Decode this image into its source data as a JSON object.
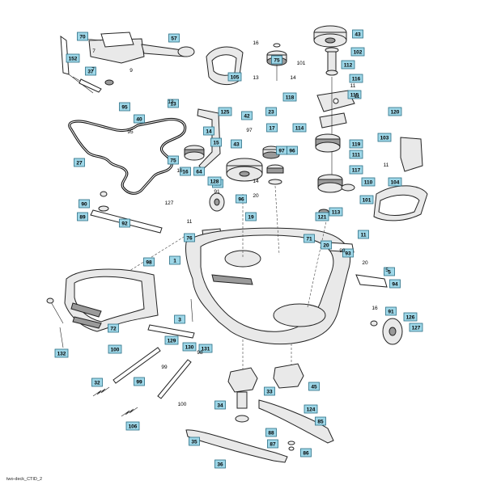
{
  "diagram": {
    "footer": "two-deck_CTID_2",
    "callouts": [
      "70",
      "57",
      "152",
      "37",
      "105",
      "75",
      "43",
      "102",
      "112",
      "116",
      "115",
      "118",
      "120",
      "114",
      "119",
      "111",
      "110",
      "113",
      "103",
      "104",
      "117",
      "101",
      "121",
      "93",
      "71",
      "95",
      "40",
      "13",
      "125",
      "42",
      "17",
      "97",
      "96",
      "27",
      "75",
      "64",
      "43",
      "15",
      "16",
      "90",
      "89",
      "92",
      "76",
      "19",
      "96",
      "98",
      "72",
      "132",
      "3",
      "129",
      "130",
      "131",
      "100",
      "99",
      "32",
      "106",
      "33",
      "34",
      "45",
      "124",
      "85",
      "35",
      "36",
      "88",
      "87",
      "86",
      "5",
      "94",
      "91",
      "126",
      "127",
      "1",
      "20",
      "11",
      "14",
      "23",
      "16",
      "128"
    ],
    "plain_labels": [
      "7",
      "16",
      "101",
      "11",
      "13",
      "14",
      "97",
      "16",
      "127",
      "91",
      "11",
      "20",
      "14",
      "5",
      "11",
      "20",
      "98",
      "100",
      "99",
      "16",
      "11",
      "9",
      "13",
      "95",
      "7",
      "93"
    ]
  }
}
